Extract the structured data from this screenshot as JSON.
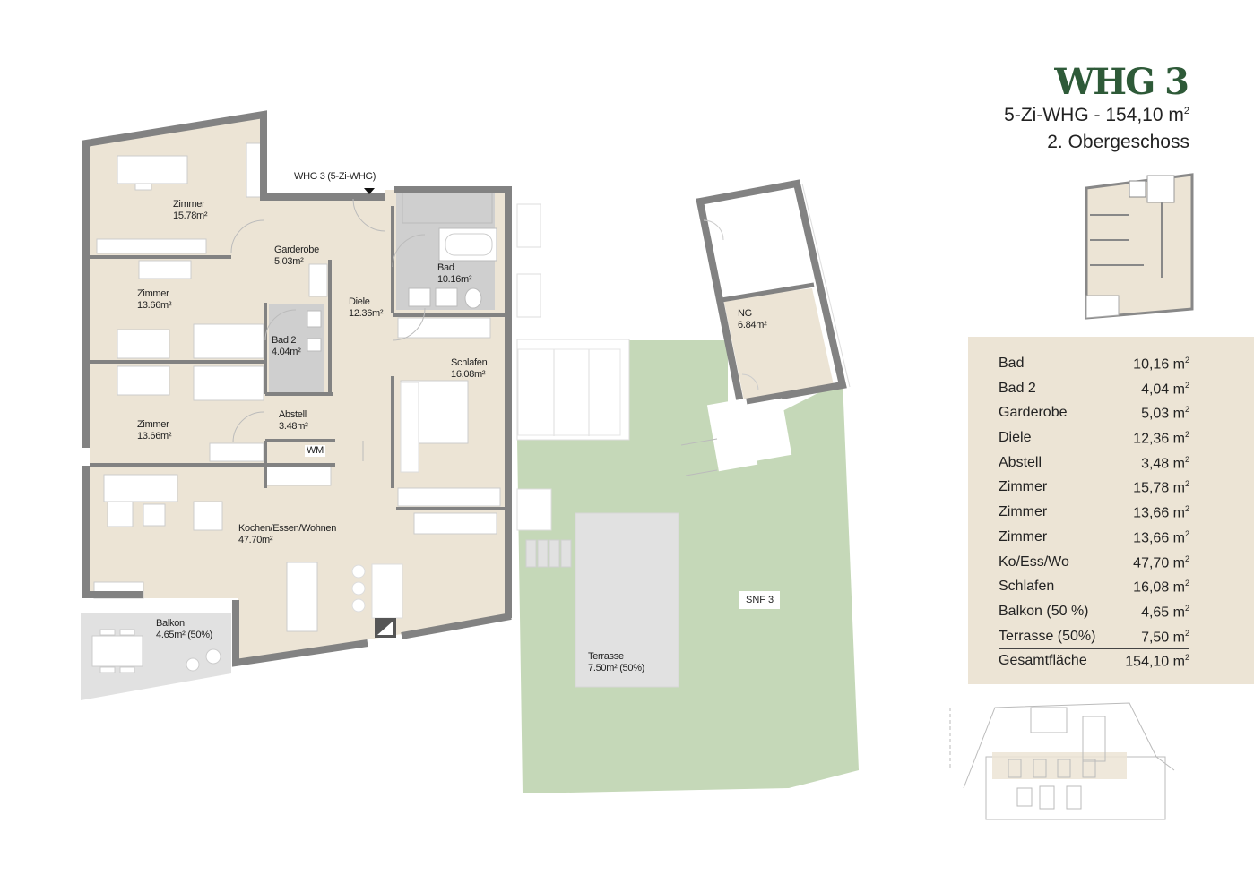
{
  "header": {
    "title": "WHG 3",
    "subtitle_line1": "5-Zi-WHG - 154,10 m",
    "subtitle_line1_sup": "2",
    "subtitle_line2": "2. Obergeschoss"
  },
  "colors": {
    "title_green": "#2e5a38",
    "room_fill": "#ece4d5",
    "wet_room_fill": "#cfcfcf",
    "wall": "#828282",
    "garden_green": "#c5d8b8",
    "terrace_grey": "#e1e1e1",
    "panel_bg": "#ece4d5"
  },
  "plan": {
    "entrance_label": "WHG 3 (5-Zi-WHG)",
    "rooms": [
      {
        "id": "zimmer1",
        "name": "Zimmer",
        "area": "15.78m²"
      },
      {
        "id": "garderobe",
        "name": "Garderobe",
        "area": "5.03m²"
      },
      {
        "id": "bad",
        "name": "Bad",
        "area": "10.16m²"
      },
      {
        "id": "zimmer2",
        "name": "Zimmer",
        "area": "13.66m²"
      },
      {
        "id": "diele",
        "name": "Diele",
        "area": "12.36m²"
      },
      {
        "id": "bad2",
        "name": "Bad 2",
        "area": "4.04m²"
      },
      {
        "id": "schlafen",
        "name": "Schlafen",
        "area": "16.08m²"
      },
      {
        "id": "zimmer3",
        "name": "Zimmer",
        "area": "13.66m²"
      },
      {
        "id": "abstell",
        "name": "Abstell",
        "area": "3.48m²"
      },
      {
        "id": "kochen",
        "name": "Kochen/Essen/Wohnen",
        "area": "47.70m²"
      },
      {
        "id": "balkon",
        "name": "Balkon",
        "area": "4.65m² (50%)"
      },
      {
        "id": "ng",
        "name": "NG",
        "area": "6.84m²"
      },
      {
        "id": "terrasse",
        "name": "Terrasse",
        "area": "7.50m² (50%)"
      }
    ],
    "wm_label": "WM",
    "snf_label": "SNF 3"
  },
  "area_table": {
    "rows": [
      {
        "label": "Bad",
        "value": "10,16 m"
      },
      {
        "label": "Bad 2",
        "value": "4,04 m"
      },
      {
        "label": "Garderobe",
        "value": "5,03 m"
      },
      {
        "label": "Diele",
        "value": "12,36 m"
      },
      {
        "label": "Abstell",
        "value": "3,48 m"
      },
      {
        "label": "Zimmer",
        "value": "15,78 m"
      },
      {
        "label": "Zimmer",
        "value": "13,66 m"
      },
      {
        "label": "Zimmer",
        "value": "13,66 m"
      },
      {
        "label": "Ko/Ess/Wo",
        "value": "47,70 m"
      },
      {
        "label": "Schlafen",
        "value": "16,08 m"
      },
      {
        "label": "Balkon (50 %)",
        "value": "4,65 m"
      },
      {
        "label": "Terrasse (50%)",
        "value": "7,50 m"
      }
    ],
    "total": {
      "label": "Gesamtfläche",
      "value": "154,10 m"
    },
    "unit_sup": "2"
  }
}
